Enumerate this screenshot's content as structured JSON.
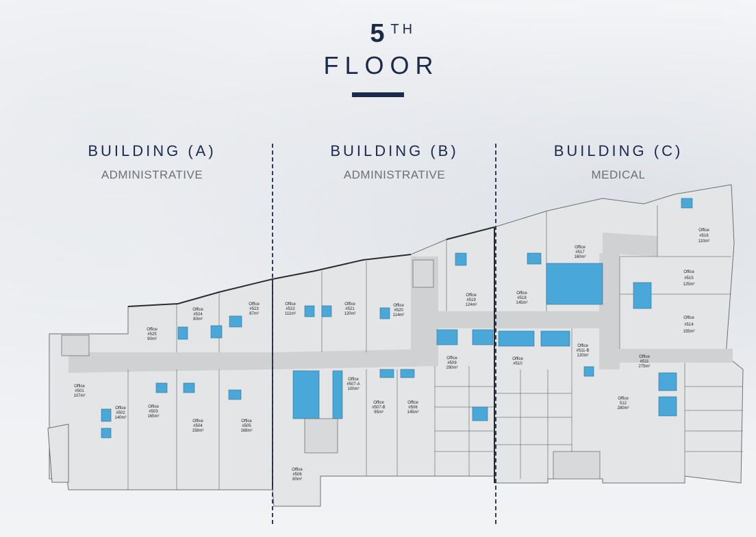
{
  "header": {
    "floor_number": "5",
    "floor_suffix": "TH",
    "floor_word": "FLOOR"
  },
  "buildings": [
    {
      "name": "BUILDING (A)",
      "use": "ADMINISTRATIVE"
    },
    {
      "name": "BUILDING (B)",
      "use": "ADMINISTRATIVE"
    },
    {
      "name": "BUILDING (C)",
      "use": "MEDICAL"
    }
  ],
  "colors": {
    "navy": "#1b2a4a",
    "service_blue": "#4aa8d8",
    "floor_fill": "#e4e5e6",
    "corridor_fill": "#cfd1d3"
  },
  "rooms": [
    {
      "title": "Office",
      "num": "#501",
      "area": "107m²"
    },
    {
      "title": "Office",
      "num": "#502",
      "area": "140m²"
    },
    {
      "title": "Office",
      "num": "#503",
      "area": "165m²"
    },
    {
      "title": "Office",
      "num": "#504",
      "area": "158m²"
    },
    {
      "title": "Office",
      "num": "#505",
      "area": "168m²"
    },
    {
      "title": "Office",
      "num": "#525",
      "area": "90m²"
    },
    {
      "title": "Office",
      "num": "#524",
      "area": "80m²"
    },
    {
      "title": "Office",
      "num": "#523",
      "area": "87m²"
    },
    {
      "title": "Office",
      "num": "#522",
      "area": "111m²"
    },
    {
      "title": "Office",
      "num": "#521",
      "area": "120m²"
    },
    {
      "title": "Office",
      "num": "#520",
      "area": "114m²"
    },
    {
      "title": "Office",
      "num": "#519",
      "area": "124m²"
    },
    {
      "title": "Office",
      "num": "#518",
      "area": "145m²"
    },
    {
      "title": "Office",
      "num": "#517",
      "area": "160m²"
    },
    {
      "title": "Office",
      "num": "#516",
      "area": "110m²"
    },
    {
      "title": "Office",
      "num": "#515",
      "area": "125m²"
    },
    {
      "title": "Office",
      "num": "#514",
      "area": "155m²"
    },
    {
      "title": "Office",
      "num": "#507-A",
      "area": "100m²"
    },
    {
      "title": "Office",
      "num": "#507-B",
      "area": "95m²"
    },
    {
      "title": "Office",
      "num": "#506",
      "area": "145m²"
    },
    {
      "title": "Office",
      "num": "#509",
      "area": "290m²"
    },
    {
      "title": "Office",
      "num": "#510",
      "area": ""
    },
    {
      "title": "Office",
      "num": "#511-B",
      "area": "120m²"
    },
    {
      "title": "Office",
      "num": "#511",
      "area": "275m²"
    },
    {
      "title": "Office",
      "num": "512",
      "area": "280m²"
    },
    {
      "title": "Office",
      "num": "#506",
      "area": "80m²"
    }
  ]
}
